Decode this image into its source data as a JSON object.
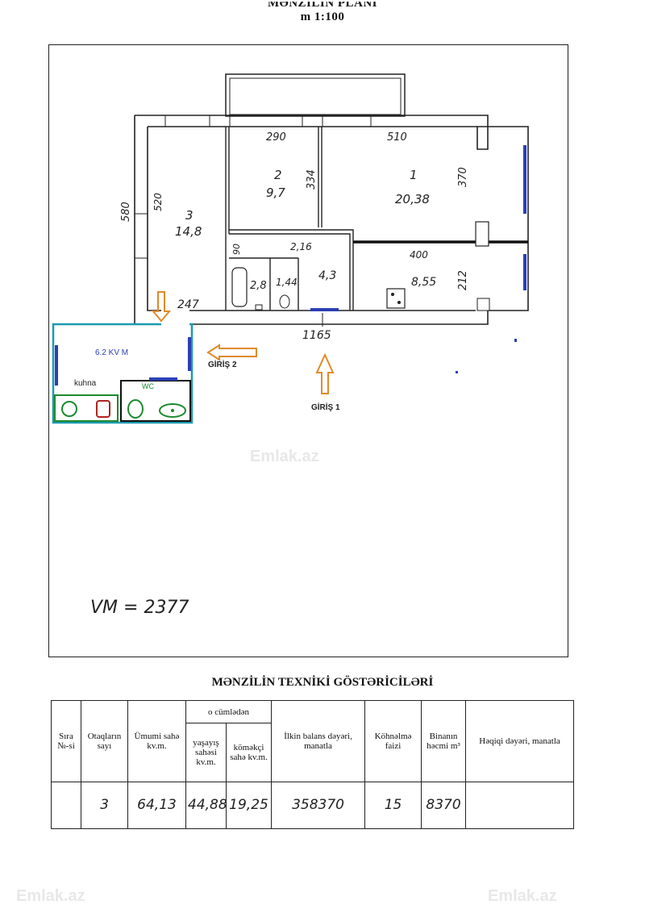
{
  "page": {
    "title_line1": "MƏNZİLİN PLANI",
    "scale": "m 1:100"
  },
  "plan": {
    "rooms": [
      {
        "number": "1",
        "area": "20,38"
      },
      {
        "number": "2",
        "area": "9,7"
      },
      {
        "number": "3",
        "area": "14,8"
      }
    ],
    "small_areas": [
      "2,8",
      "1,44",
      "4,3",
      "8,55"
    ],
    "dimensions": [
      "290",
      "510",
      "370",
      "334",
      "580",
      "520",
      "2,16",
      "90",
      "400",
      "212",
      "247",
      "1165"
    ],
    "annex": {
      "area_label": "6.2 KV M",
      "kitchen_label": "kuhna",
      "wc_label": "WC"
    },
    "entrances": [
      "GİRİŞ 1",
      "GİRİŞ 2"
    ],
    "volume_note": "VM = 2377",
    "colors": {
      "line": "#222222",
      "window_blue": "#2a3fb5",
      "annex_teal": "#1c9ab0",
      "fixture_green": "#1b8a2e",
      "arrow_orange": "#e08a2a"
    }
  },
  "tech": {
    "title": "MƏNZİLİN TEXNİKİ GÖSTƏRİCİLƏRİ",
    "headers": {
      "sira": "Sıra №-si",
      "otaq": "Otaqların sayı",
      "umumi": "Ümumi sahə kv.m.",
      "group": "o cümlədən",
      "yasayis": "yaşayış sahəsi kv.m.",
      "komekci": "köməkçi sahə kv.m.",
      "ilkin": "İlkin balans dəyəri, manatla",
      "kohnelme": "Köhnəlmə faizi",
      "binanin": "Binanın həcmi m³",
      "heqiqi": "Həqiqi dəyəri, manatla"
    },
    "row": {
      "sira": "",
      "otaq": "3",
      "umumi": "64,13",
      "yasayis": "44,88",
      "komekci": "19,25",
      "ilkin": "358370",
      "kohnelme": "15",
      "binanin": "8370",
      "heqiqi": ""
    }
  },
  "watermark": "Emlak.az"
}
